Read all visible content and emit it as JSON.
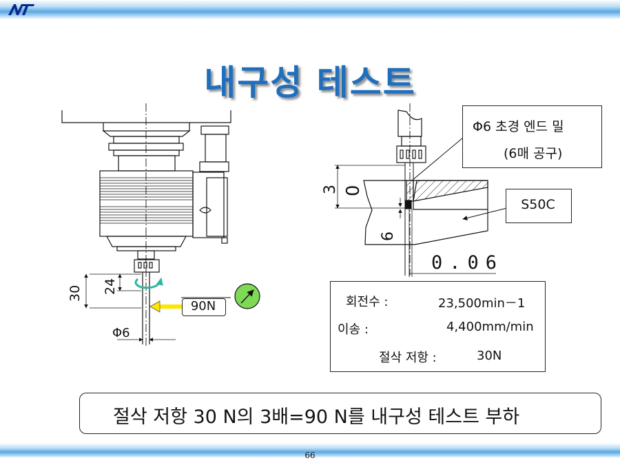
{
  "slide": {
    "title": "내구성 테스트",
    "page_number": "66",
    "summary": "절삭 저항 30 N의 3배=90 N를 내구성 테스트 부하"
  },
  "left_diagram": {
    "dim_30": "30",
    "dim_24": "24",
    "force_label": "90N",
    "diameter_label": "Φ6"
  },
  "right_diagram": {
    "tool_callout_line1": "Φ6 초경 엔드 밀",
    "tool_callout_line2": "(6매 공구)",
    "material_label": "S50C",
    "dim_3": "3",
    "dim_0": "0",
    "dim_6": "6",
    "dim_006": "0.06"
  },
  "conditions": {
    "rotation_label": "회전수 :",
    "rotation_value": "23,500min－1",
    "feed_label": "이송 :",
    "feed_value": "4,400mm/min",
    "resistance_label": "절삭 저항 :",
    "resistance_value": "30N"
  },
  "colors": {
    "title": "#1f6fbf",
    "band": "#5aa7e2",
    "gauge_green": "#7ed957",
    "force_arrow_yellow": "#ffe600",
    "rotation_arrow_teal": "#2fb5a0"
  }
}
